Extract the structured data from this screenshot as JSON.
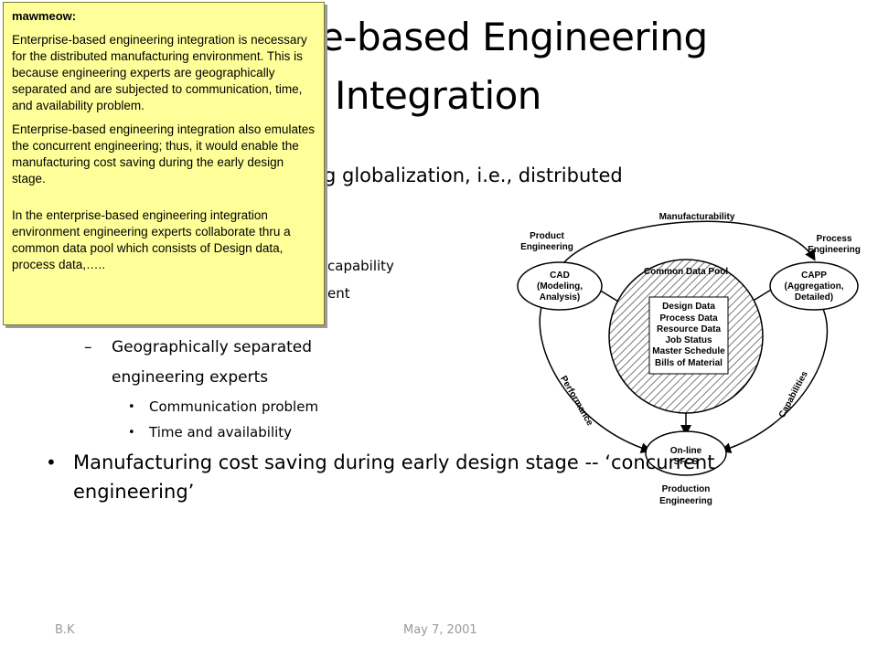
{
  "title": {
    "line1": "e-based Engineering",
    "line2": "Integration"
  },
  "bullets": {
    "first_partial": "g globalization, i.e., distributed",
    "capability_partial": "capability",
    "ent_partial": "ent",
    "sub_dash": "–",
    "sub_item_line1": "Geographically separated",
    "sub_item_line2": "engineering experts",
    "sub_sub_items": [
      "Communication problem",
      "Time and availability"
    ],
    "bottom_line1": "Manufacturing cost saving during early design stage -- ‘concurrent",
    "bottom_line2": "engineering’"
  },
  "comment": {
    "author": "mawmeow:",
    "paragraphs": [
      "Enterprise-based engineering integration is necessary for the distributed manufacturing environment. This is because engineering experts are geographically separated and are subjected to communication, time, and availability problem.",
      "Enterprise-based engineering integration also emulates the concurrent engineering; thus, it would enable the manufacturing cost saving during the early design stage.",
      "In the enterprise-based engineering integration environment engineering experts collaborate thru a common data pool which consists of Design data, process data,….."
    ]
  },
  "diagram": {
    "manufacturability": "Manufacturability",
    "product_engineering": [
      "Product",
      "Engineering"
    ],
    "process_engineering": [
      "Process",
      "Engineering"
    ],
    "common_data_pool": "Common Data Pool",
    "cad": [
      "CAD",
      "(Modeling,",
      "Analysis)"
    ],
    "capp": [
      "CAPP",
      "(Aggregation,",
      "Detailed)"
    ],
    "data_items": [
      "Design Data",
      "Process Data",
      "Resource Data",
      "Job Status",
      "Master Schedule",
      "Bills of Material"
    ],
    "performance": "Performance",
    "capabilities": "Capabilities",
    "online": [
      "On-line",
      "SFCS"
    ],
    "production_engineering": [
      "Production",
      "Engineering"
    ]
  },
  "footer": {
    "author": "B.K",
    "date": "May 7, 2001"
  }
}
